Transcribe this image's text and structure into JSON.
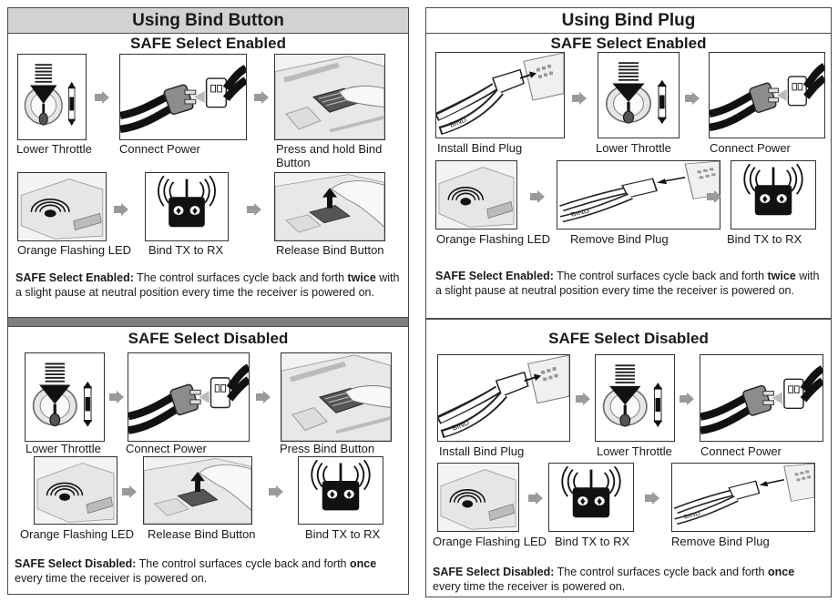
{
  "left": {
    "title": "Using Bind Button",
    "enabled": {
      "heading": "SAFE Select Enabled",
      "steps": [
        "Lower Throttle",
        "Connect Power",
        "Press and hold Bind Button",
        "Orange Flashing LED",
        "Bind TX to RX",
        "Release Bind Button"
      ],
      "note": {
        "lead": "SAFE Select Enabled:",
        "text1": " The control surfaces cycle back and forth ",
        "emph": "twice",
        "text2": " with a slight pause at neutral position every time the receiver is powered on."
      }
    },
    "disabled": {
      "heading": "SAFE Select Disabled",
      "steps": [
        "Lower Throttle",
        "Connect Power",
        "Press Bind Button",
        "Orange Flashing LED",
        "Release Bind Button",
        "Bind TX to RX"
      ],
      "note": {
        "lead": "SAFE Select Disabled:",
        "text1": " The control surfaces cycle back and forth ",
        "emph": "once",
        "text2": " every time the receiver is powered on."
      }
    }
  },
  "right": {
    "title": "Using Bind Plug",
    "enabled": {
      "heading": "SAFE Select Enabled",
      "steps": [
        "Install Bind Plug",
        "Lower Throttle",
        "Connect Power",
        "Orange Flashing LED",
        "Remove Bind Plug",
        "Bind TX to RX"
      ],
      "note": {
        "lead": "SAFE Select Enabled:",
        "text1": " The control surfaces cycle back and forth ",
        "emph": "twice",
        "text2": " with a slight pause at neutral position every time the receiver is powered on."
      }
    },
    "disabled": {
      "heading": "SAFE Select Disabled",
      "steps": [
        "Install Bind Plug",
        "Lower Throttle",
        "Connect Power",
        "Orange Flashing LED",
        "Bind TX to RX",
        "Remove Bind Plug"
      ],
      "note": {
        "lead": "SAFE Select Disabled:",
        "text1": " The control surfaces cycle back and forth ",
        "emph": "once",
        "text2": " every time the receiver is powered on."
      }
    }
  },
  "plug_label": "BIND",
  "icons": [
    "throttle-icon",
    "battery-connector-icon",
    "bind-button-press-icon",
    "led-flashing-icon",
    "transmitter-icon",
    "bind-button-release-icon",
    "bind-plug-install-icon",
    "bind-plug-remove-icon",
    "step-arrow-icon"
  ],
  "colors": {
    "header_bg": "#d2d2d2",
    "divider": "#7f7f7f",
    "border": "#4a4a4a"
  }
}
